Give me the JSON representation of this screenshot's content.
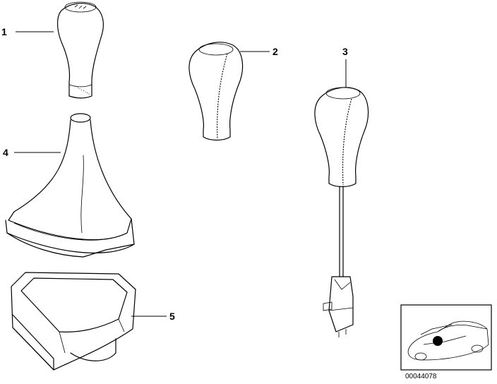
{
  "callouts": [
    {
      "id": "1",
      "label": "1"
    },
    {
      "id": "2",
      "label": "2"
    },
    {
      "id": "3",
      "label": "3"
    },
    {
      "id": "4",
      "label": "4"
    },
    {
      "id": "5",
      "label": "5"
    }
  ],
  "inset": {
    "part_number": "00044078"
  }
}
